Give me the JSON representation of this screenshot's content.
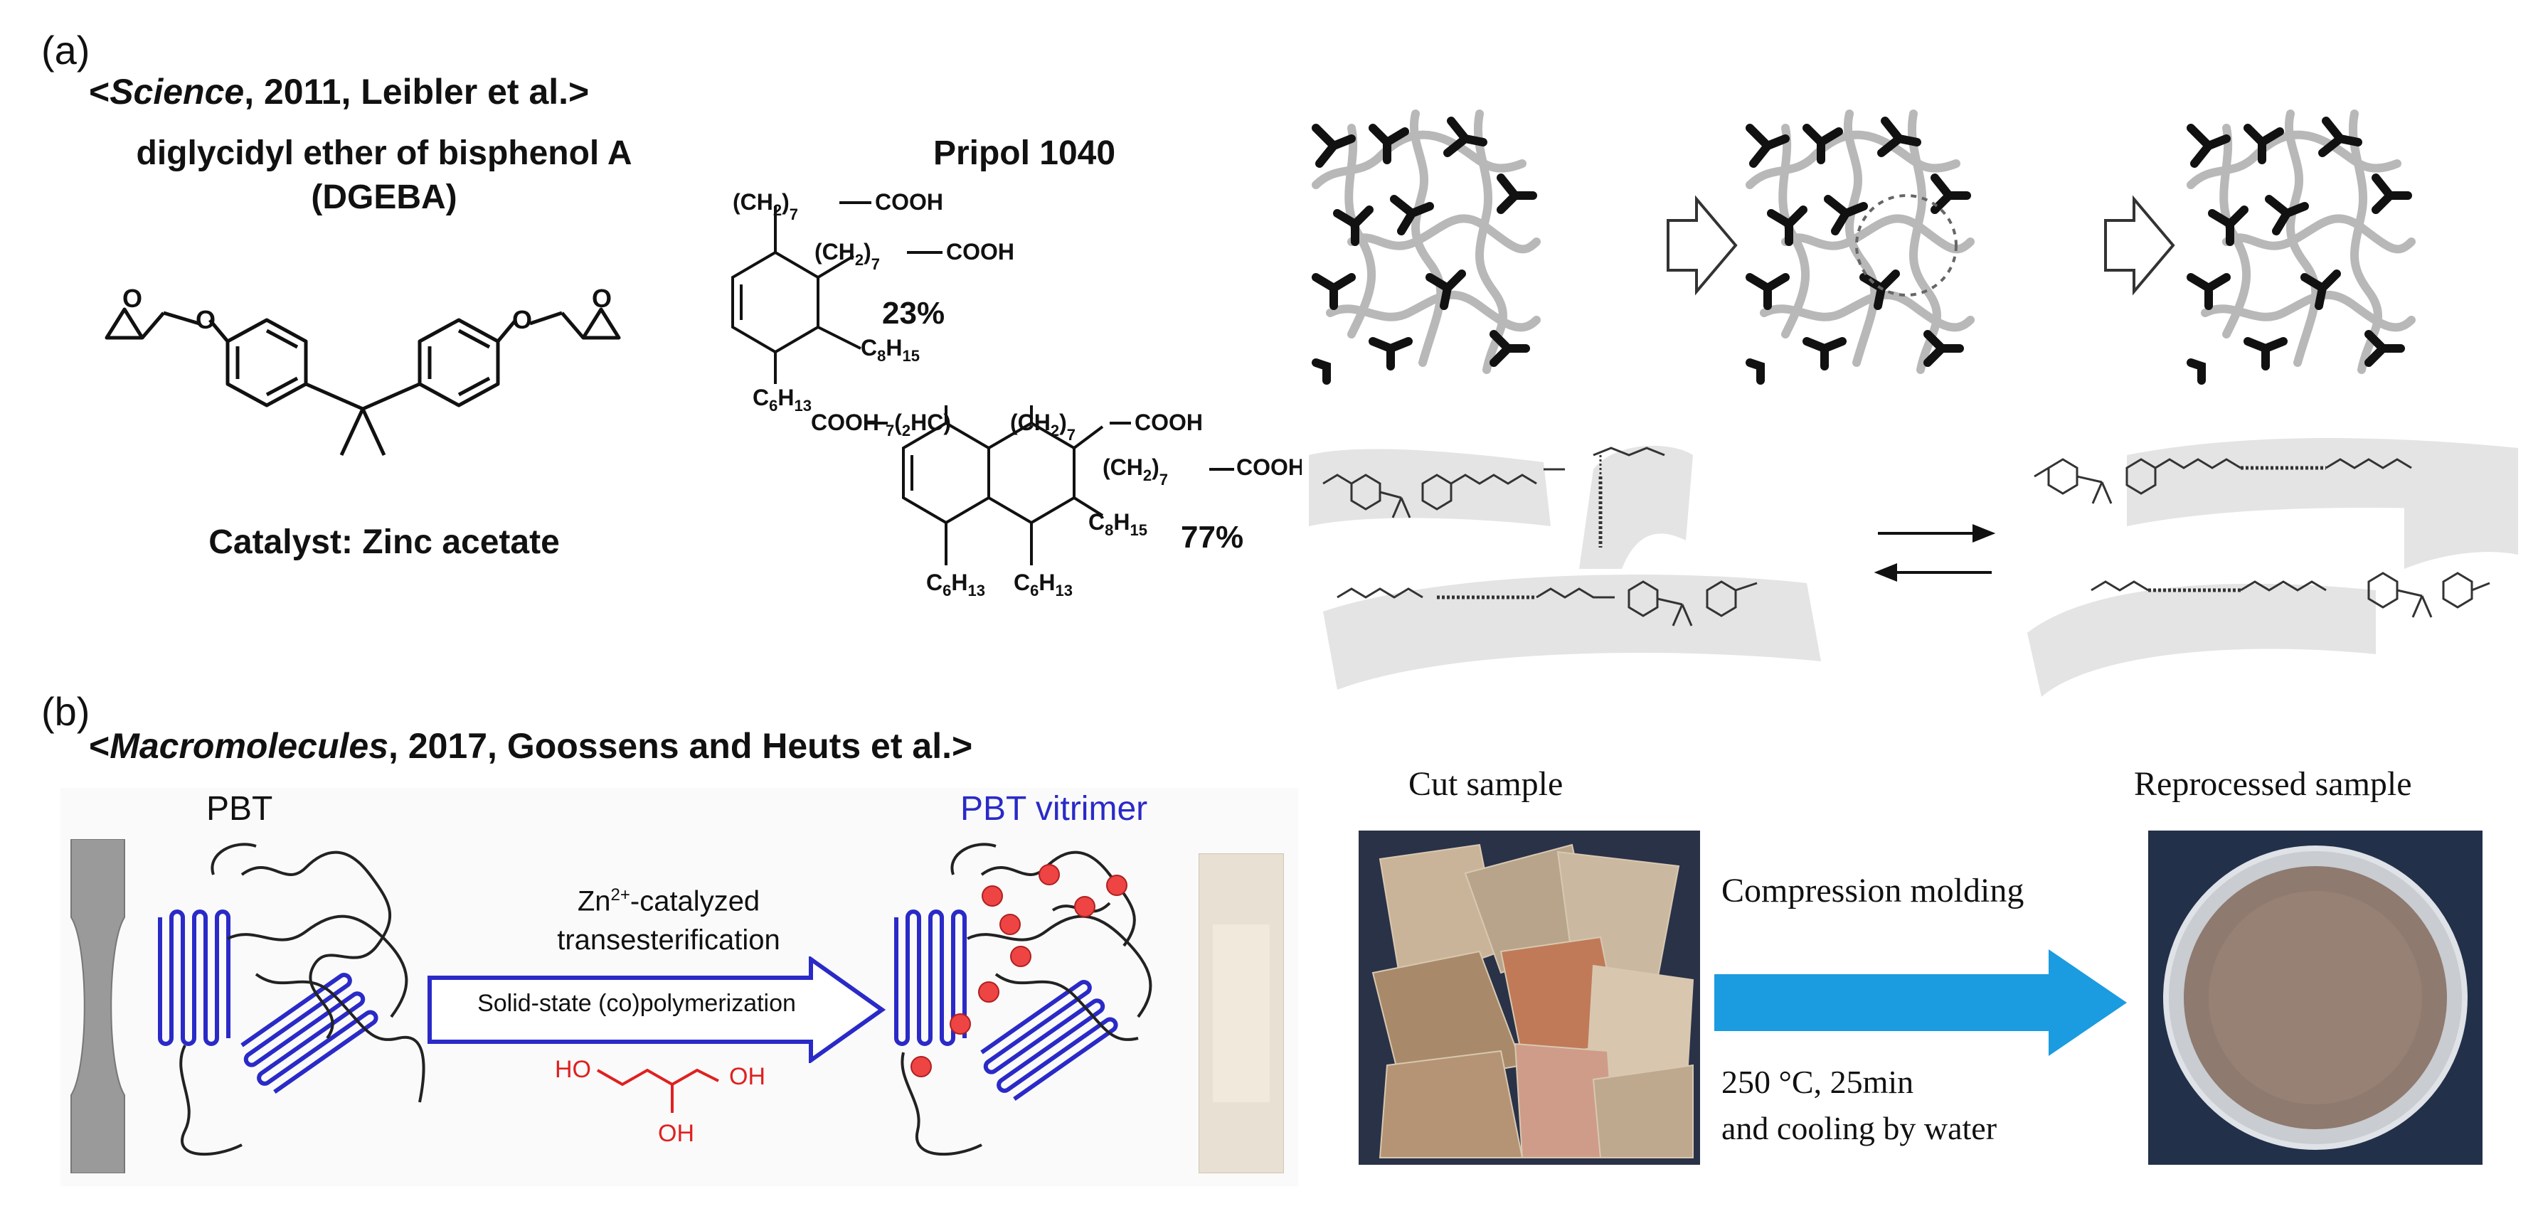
{
  "panel_a": {
    "letter": "(a)",
    "citation": {
      "open": "<",
      "journal": "Science",
      "rest": ", 2011, Leibler et al.>"
    },
    "dgeba_line1": "diglycidyl ether of bisphenol A",
    "dgeba_line2": "(DGEBA)",
    "pripol_title": "Pripol 1040",
    "catalyst": "Catalyst: Zinc acetate",
    "pct_23": "23%",
    "pct_77": "77%",
    "pripol_labels": {
      "cooh": "COOH",
      "ch2": "(CH",
      "sub2": "2",
      "close": ")",
      "sub7": "7",
      "c8h15": "C",
      "c8": "8",
      "h15": "H",
      "n15": "15",
      "c6": "C",
      "n6": "6",
      "h13": "H",
      "n13": "13",
      "hc2": "(",
      "hc2b": "2",
      "hc2c": "HC)",
      "n7": "7"
    }
  },
  "panel_b": {
    "letter": "(b)",
    "citation": {
      "open": "<",
      "journal": "Macromolecules",
      "rest": ", 2017, Goossens and Heuts et al.>"
    },
    "pbt": "PBT",
    "pbt_vitrimer": "PBT vitrimer",
    "zn": "Zn",
    "zn_sup": "2+",
    "catalyzed": "-catalyzed",
    "transesterification": "transesterification",
    "arrow_box": "Solid-state (co)polymerization",
    "ho_left": "HO",
    "oh_right": "OH",
    "oh_bottom": "OH",
    "cut_sample": "Cut sample",
    "reprocessed_sample": "Reprocessed sample",
    "compression": "Compression molding",
    "cond1": "250 °C, 25min",
    "cond2": "and cooling by water"
  },
  "colors": {
    "blue": "#2a2ac8",
    "red": "#e02020",
    "arrow_cyan": "#1b9be0",
    "band_gray": "#e4e4e4"
  }
}
